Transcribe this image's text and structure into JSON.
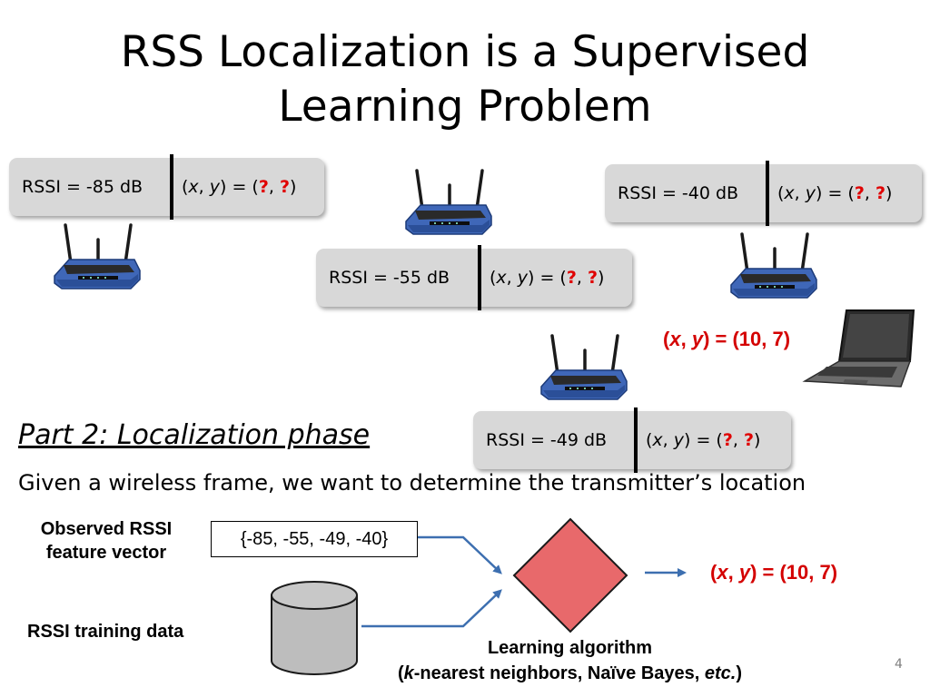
{
  "slide": {
    "title_line1": "RSS Localization is a Supervised",
    "title_line2": "Learning Problem",
    "page_number": "4"
  },
  "access_points": [
    {
      "rssi": "RSSI = -85 dB",
      "coord_prefix": "(",
      "x": "x",
      "comma": ", ",
      "y": "y",
      "coord_mid": ") = (",
      "q1": "?",
      "q_sep": ", ",
      "q2": "?",
      "coord_suffix": ")"
    },
    {
      "rssi": "RSSI = -55 dB",
      "coord_prefix": "(",
      "x": "x",
      "comma": ", ",
      "y": "y",
      "coord_mid": ") = (",
      "q1": "?",
      "q_sep": ", ",
      "q2": "?",
      "coord_suffix": ")"
    },
    {
      "rssi": "RSSI = -40 dB",
      "coord_prefix": "(",
      "x": "x",
      "comma": ", ",
      "y": "y",
      "coord_mid": ") = (",
      "q1": "?",
      "q_sep": ", ",
      "q2": "?",
      "coord_suffix": ")"
    },
    {
      "rssi": "RSSI = -49 dB",
      "coord_prefix": "(",
      "x": "x",
      "comma": ", ",
      "y": "y",
      "coord_mid": ") = (",
      "q1": "?",
      "q_sep": ", ",
      "q2": "?",
      "coord_suffix": ")"
    }
  ],
  "laptop_location": {
    "open": "(",
    "x": "x",
    "comma": ", ",
    "y": "y",
    "rest": ") = (10, 7)"
  },
  "phase": {
    "heading": "Part 2: Localization phase",
    "description": "Given a wireless frame, we want to determine the transmitter’s location"
  },
  "pipeline": {
    "observed_label_line1": "Observed RSSI",
    "observed_label_line2": "feature vector",
    "feature_vector": "{-85, -55, -49, -40}",
    "training_label": "RSSI training data",
    "algorithm_line1": "Learning algorithm",
    "algorithm_line2_open": "(",
    "algorithm_k": "k",
    "algorithm_line2_mid": "-nearest neighbors, Naïve Bayes, ",
    "algorithm_etc": "etc.",
    "algorithm_line2_close": ")",
    "output": {
      "open": "(",
      "x": "x",
      "comma": ", ",
      "y": "y",
      "rest": ") = (10, 7)"
    }
  },
  "colors": {
    "question_mark": "#e00000",
    "result_text": "#d40000",
    "box_fill": "#d8d8d8",
    "diamond_fill": "#e8696b",
    "arrow": "#3d6fb0",
    "router_body": "#3f67b8"
  },
  "icons": [
    "wireless-router-icon",
    "laptop-icon",
    "database-cylinder-icon",
    "learning-diamond-icon",
    "arrow-icon"
  ]
}
